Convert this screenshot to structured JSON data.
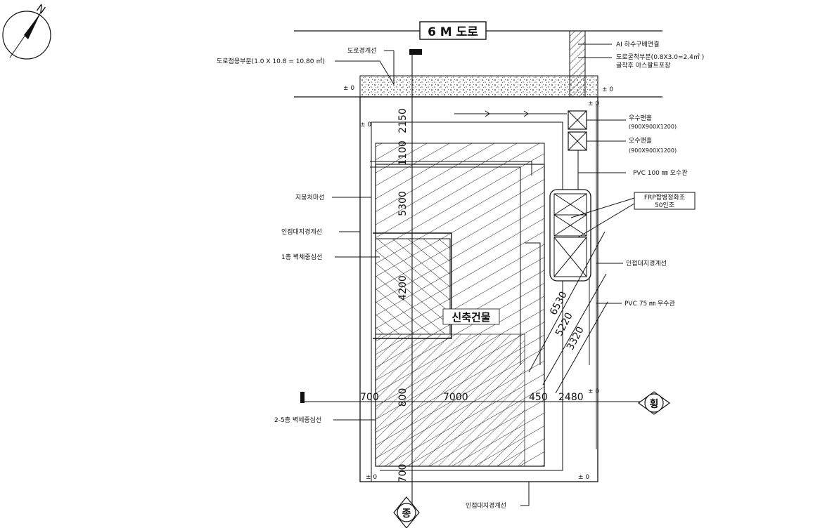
{
  "compass": {
    "north_label": "N"
  },
  "road": {
    "title": "6 M 도로"
  },
  "labels": {
    "road_boundary": "도로경계선",
    "road_usage": "도로점용부분(1.0 X 10.8 = 10.80 ㎡)",
    "sewer_connect": "AI 하수구배연결",
    "road_excavation_1": "도로굴착부분(0.8X3.0=2.4㎡ )",
    "road_excavation_2": "굴착후 아스팔트포장",
    "rain_manhole": "우수맨홀",
    "rain_manhole_size": "(900X900X1200)",
    "sewage_manhole": "오수맨홀",
    "sewage_manhole_size": "(900X900X1200)",
    "pvc100": "PVC 100 ㎜ 오수관",
    "frp_tank_1": "FRP합병정화조",
    "frp_tank_2": "50인조",
    "adjacent_boundary_right": "인접대지경계선",
    "pvc75": "PVC 75 ㎜ 우수관",
    "parking_line": "지붕처마선",
    "adjacent_boundary_left": "인접대지경계선",
    "wall_center_1f": "1층 벽체중심선",
    "wall_center_2_5f": "2-5층 벽체중심선",
    "adjacent_boundary_bottom": "인접대지경계선",
    "building": "신축건물"
  },
  "levels": {
    "l1": "± 0",
    "l2": "± 0",
    "l3": "± 0",
    "l4": "± 0",
    "l5": "± 0",
    "l6": "± 0",
    "l7": "± 0"
  },
  "dimensions": {
    "v1": "2150",
    "v2": "1100",
    "v3": "5300",
    "v4": "4200",
    "v5": "800",
    "v6": "700",
    "h1": "700",
    "h2": "7000",
    "h3": "450",
    "h4": "2480",
    "d1": "6530",
    "d2": "5220",
    "d3": "3320"
  },
  "section_marks": {
    "right": "횡",
    "bottom": "종"
  }
}
